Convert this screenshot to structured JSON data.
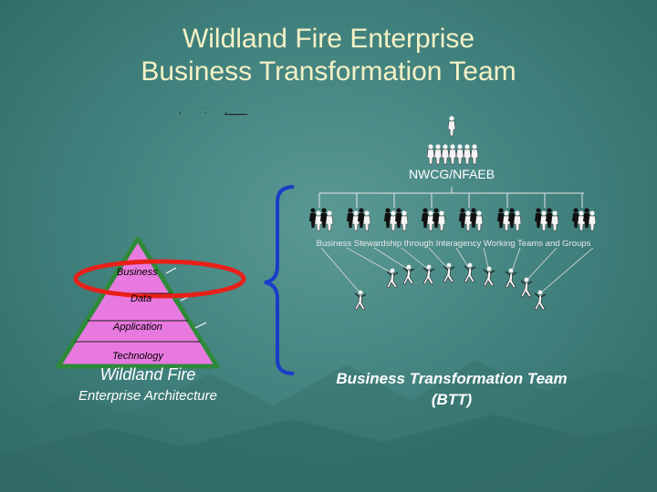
{
  "slide": {
    "title_line1": "Wildland Fire Enterprise",
    "title_line2": "Business Transformation Team"
  },
  "org_chart": {
    "top_group_label": "NWCG/NFAEB",
    "stewardship_label": "Business Stewardship through Interagency Working Teams and Groups",
    "team_groups_count": 8
  },
  "pyramid": {
    "layers": [
      "Business",
      "Data",
      "Application",
      "Technology"
    ],
    "highlighted_layer": "Business",
    "highlight_color": "#e8201a",
    "fill_color": "#e87adf",
    "border_color": "#2e8a3a",
    "caption_title": "Wildland Fire",
    "caption_subtitle": "Enterprise Architecture"
  },
  "btt": {
    "caption_title": "Business Transformation Team",
    "caption_subtitle": "(BTT)",
    "brace_color": "#1a3cc8"
  },
  "colors": {
    "background": "#4a8a86",
    "title": "#f4f1c6",
    "text": "#ffffff"
  }
}
